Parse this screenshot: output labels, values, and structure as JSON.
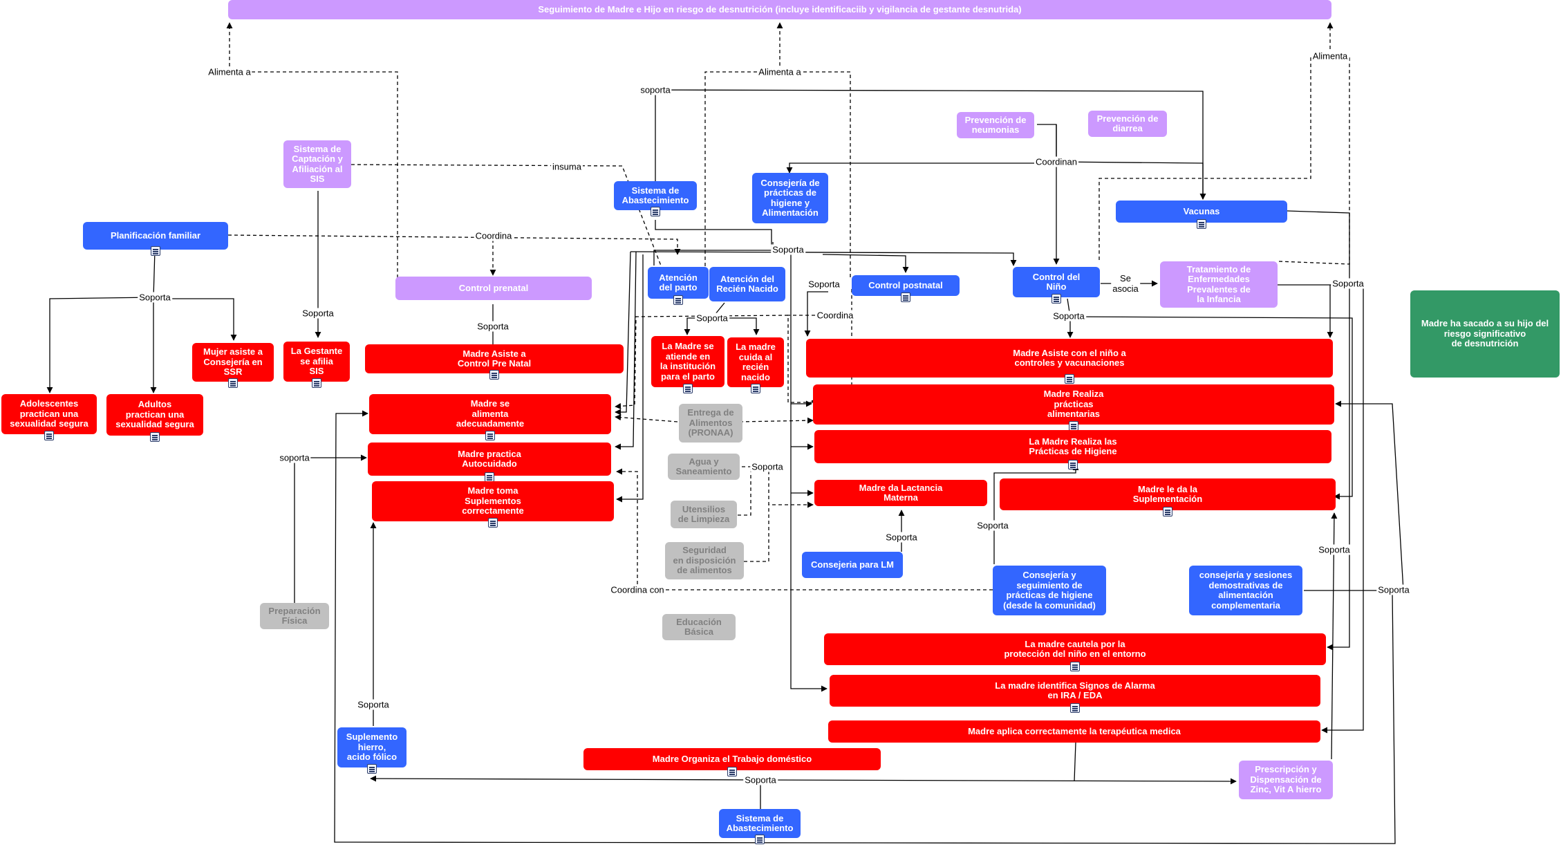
{
  "title": "Seguimiento de Madre e Hijo en riesgo de desnutrición (incluye identificaciib y vigilancia de gestante desnutrida)",
  "nodes": {
    "sis_captacion": "Sistema de\nCaptación y\nAfiliación al\nSIS",
    "sistema_abast_top": "Sistema de\nAbastecimiento",
    "consejeria_higiene_alim": "Consejería de\nprácticas de\nhigiene y\nAlimentación",
    "prevencion_neumonias": "Prevención de\nneumonias",
    "prevencion_diarrea": "Prevención de\ndiarrea",
    "planificacion": "Planificación familiar",
    "vacunas": "Vacunas",
    "control_prenatal": "Control prenatal",
    "atencion_parto": "Atención\ndel parto",
    "atencion_rn": "Atención del\nRecién Nacido",
    "control_postnatal": "Control postnatal",
    "control_nino": "Control del\nNiño",
    "tratamiento_aiepi": "Tratamiento de\nEnfermedades\nPrevalentes de\nla Infancia",
    "madre_sacado": "Madre ha sacado a su hijo del\nriesgo significativo\nde desnutrición",
    "mujer_consejeria": "Mujer asiste a\nConsejería en\nSSR",
    "gestante_sis": "La Gestante\nse afilia\nSIS",
    "adolescentes": "Adolescentes\npractican una\nsexualidad segura",
    "adultos": "Adultos\npractican una\nsexualidad segura",
    "madre_control_prenatal": "Madre Asiste a\nControl Pre Natal",
    "madre_institucion": "La Madre se\natiende en\nla institución\npara el parto",
    "madre_cuida_rn": "La madre\ncuida al\nrecién\nnacido",
    "madre_controles_vacunas": "Madre Asiste con el niño a\ncontroles y vacunaciones",
    "madre_alimenta": "Madre se\nalimenta\nadecuadamente",
    "madre_autocuidado": "Madre practica\nAutocuidado",
    "madre_suplementos": "Madre toma\nSuplementos\ncorrectamente",
    "entrega_alimentos": "Entrega de\nAlimentos\n(PRONAA)",
    "agua_saneamiento": "Agua y\nSaneamiento",
    "utensilios": "Utensilios\nde Limpieza",
    "seguridad_alimentos": "Seguridad\nen disposición\nde alimentos",
    "madre_practicas_alim": "Madre Realiza\nprácticas\nalimentarias",
    "madre_practicas_higiene": "La Madre Realiza las\nPrácticas de Higiene",
    "madre_lactancia": "Madre da Lactancia\nMaterna",
    "madre_suplementacion": "Madre le da la\nSuplementación",
    "consejeria_lm": "Consejeria para LM",
    "consejeria_comunidad": "Consejería y\nseguimiento de\nprácticas de higiene\n(desde la comunidad)",
    "consejeria_demostrativas": "consejería y sesiones\ndemostrativas de\nalimentación\ncomplementaria",
    "preparacion_fisica": "Preparación\nFísica",
    "educacion_basica": "Educación\nBásica",
    "madre_cautela": "La madre cautela por la\nprotección del niño en el entorno",
    "madre_signos": "La madre identifica Signos de Alarma\nen IRA / EDA",
    "madre_terapeutica": "Madre aplica  correctamente la terapéutica  medica",
    "suplemento_hierro": "Suplemento\nhierro,\nacido fólico",
    "madre_trabajo": "Madre Organiza el Trabajo doméstico",
    "prescripcion_zinc": "Prescripción y\nDispensación de\nZinc, Vit A hierro",
    "sistema_abast_bottom": "Sistema de\nAbastecimiento"
  },
  "labels": {
    "alimenta_a_1": "Alimenta a",
    "alimenta_a_2": "Alimenta a",
    "alimenta_3": "Alimenta",
    "soporta_top": "soporta",
    "insuma": "insuma",
    "coordinan": "Coordinan",
    "coordina_1": "Coordina",
    "soporta_center": "Soporta",
    "soporta_planif": "Soporta",
    "soporta_sis": "Soporta",
    "soporta_prenatal": "Soporta",
    "soporta_parto": "Soporta",
    "soporta_postnatal": "Soporta",
    "coordina_2": "Coordina",
    "se_asocia": "Se\nasocia",
    "soporta_aiepi": "Soporta",
    "soporta_nino": "Soporta",
    "soporta_left": "soporta",
    "soporta_agua": "Soporta",
    "soporta_higiene_com": "Soporta",
    "soporta_lm": "Soporta",
    "soporta_demost": "Soporta",
    "soporta_zinc": "Soporta",
    "coordina_con": "Coordina con",
    "soporta_hierro": "Soporta",
    "soporta_bottom": "Soporta"
  }
}
